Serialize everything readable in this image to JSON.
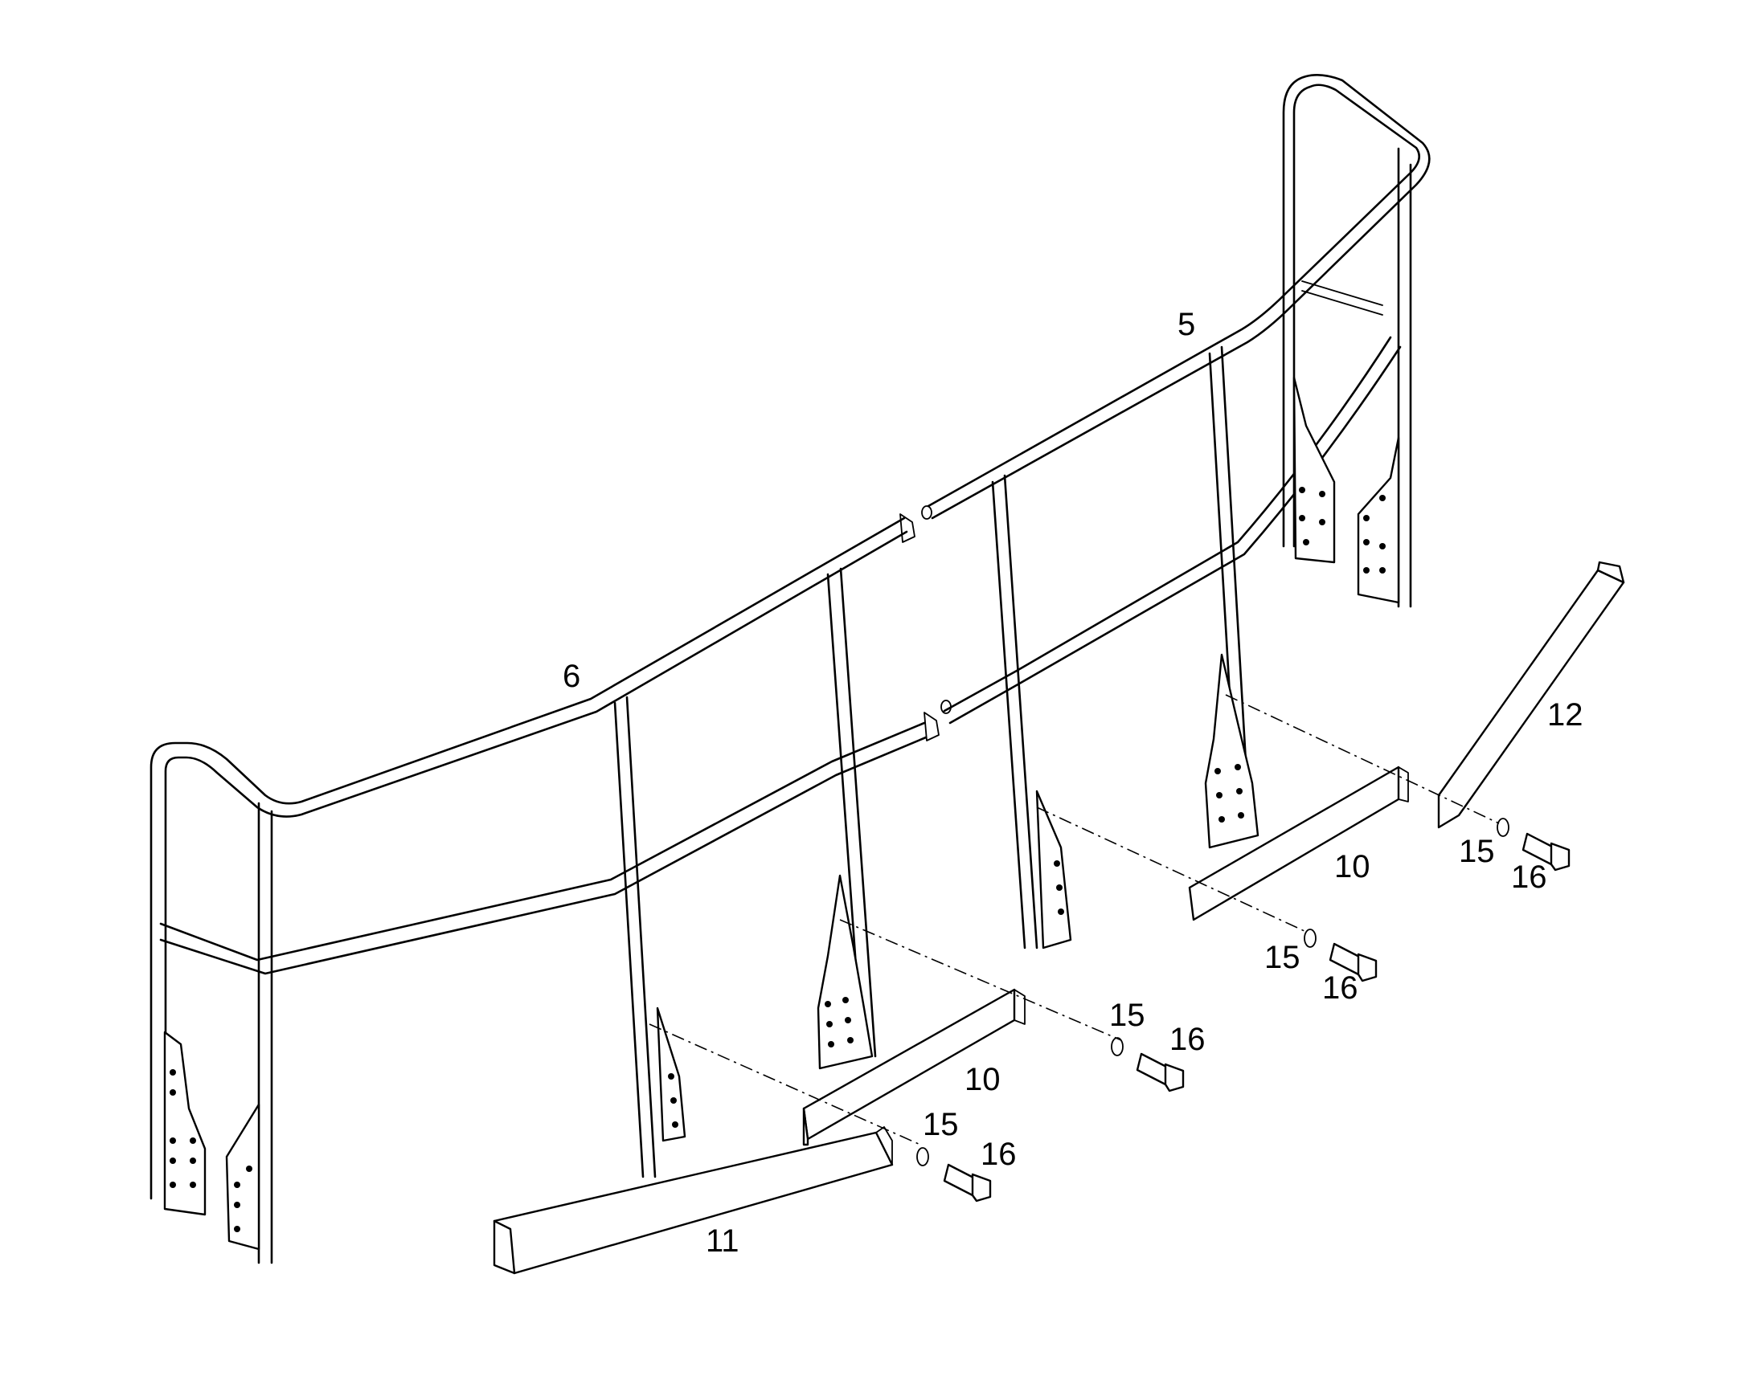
{
  "callouts": {
    "c5": "5",
    "c6": "6",
    "c10a": "10",
    "c10b": "10",
    "c11": "11",
    "c12": "12",
    "c15a": "15",
    "c16a": "16",
    "c15b": "15",
    "c16b": "16",
    "c15c": "15",
    "c16c": "16",
    "c15d": "15",
    "c16d": "16"
  }
}
